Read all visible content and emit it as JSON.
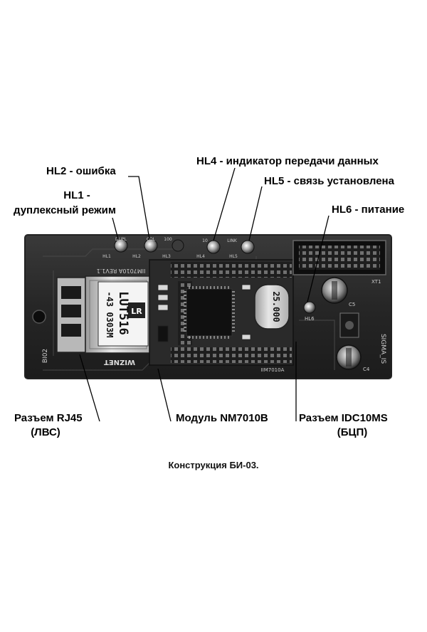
{
  "labels": {
    "hl4": "HL4 - индикатор передачи данных",
    "hl2": "HL2 - ошибка",
    "hl5": "HL5 - связь установлена",
    "hl1_line1": "HL1 -",
    "hl1_line2": "дуплексный режим",
    "hl6": "HL6 - питание",
    "rj45_line1": "Разъем RJ45",
    "rj45_line2": "(ЛВС)",
    "module": "Модуль NM7010B",
    "idc_line1": "Разъем IDC10MS",
    "idc_line2": "(БЦП)"
  },
  "board_text": {
    "chip_line1": "LUT516",
    "chip_line2": "-43 0303M",
    "crystal": "25.000",
    "wiznet": "WIZNET",
    "rev": "IIM7010A REV1.1",
    "left_edge": "BI02",
    "right_edge": "SIGMA_IS",
    "xt1": "XT1",
    "c5": "C5",
    "c4": "C4",
    "hl6_pcb": "HL6",
    "iim_bottom": "IIM7010A",
    "led_marks": [
      "DUPL",
      "COL",
      "100",
      "10",
      "LINK"
    ],
    "led_refs": [
      "HL1",
      "HL2",
      "HL3",
      "HL4",
      "HL5"
    ]
  },
  "caption": "Конструкция БИ-03."
}
